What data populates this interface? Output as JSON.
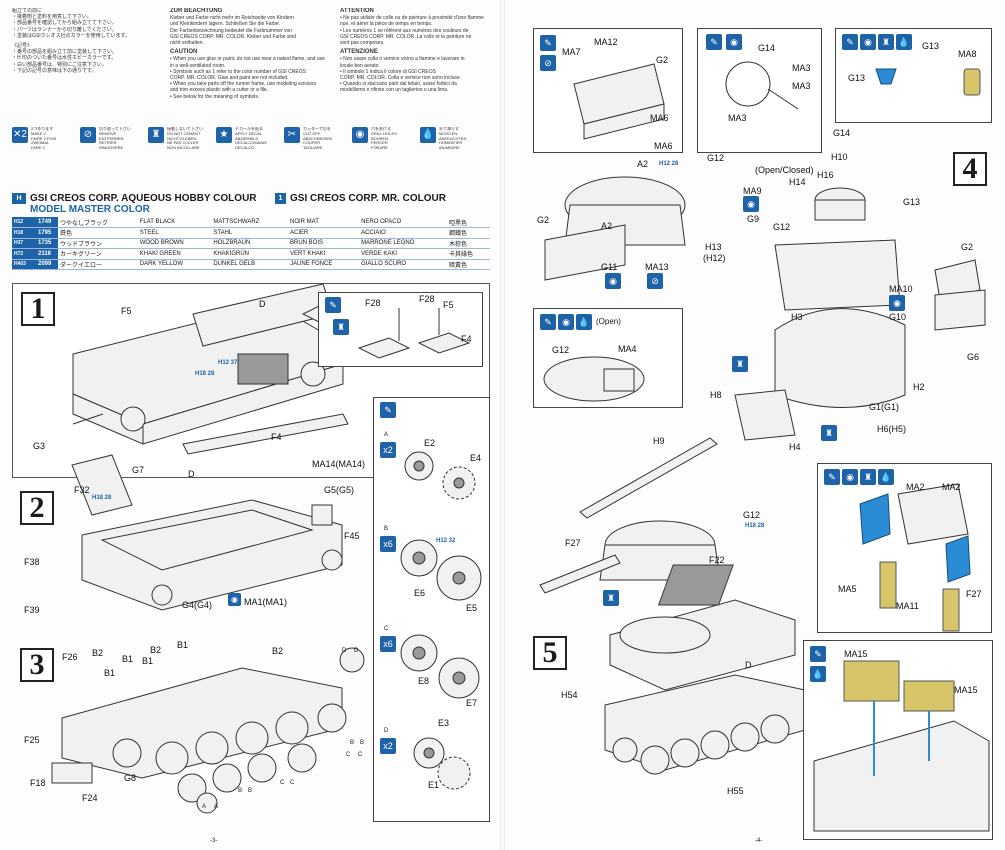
{
  "intro": {
    "jp": [
      "組立ての前に",
      "・接着剤と塗料を用意して下さい。",
      "・部品番号を確認してから組み立てて下さい。",
      "・パーツはランナーから切り離してください。",
      "・塗装はGSIクレオス社のカラーを使用しています。",
      "《記号》",
      "・番号の部品を組み立て前に塗装して下さい。",
      "・H 印のついた番号は水性ホビーカラーです。",
      "・白い部品番号は、特別にご注意下さい。",
      "・下記の記号の意味は下の通りです。"
    ],
    "de_title": "ZUR BEACHTUNG",
    "de": [
      "Kleber und Farbe nicht mehr im Reichweite von Kindern",
      "und Kleinkindern lagern. Schließen Sie die Farbe.",
      "Der Farbenbezeichnung bedeutet die Farbnummer von",
      "GSI CREOS CORP. MR. COLOR. Kleber und Farbe sind",
      "nicht enthalten."
    ],
    "caution_title": "CAUTION",
    "caution": [
      "• When you use glue or paint, do not use near a naked flame, and use",
      "  in a well-ventilated room.",
      "• Symbols such as 1 refer to the color number of GSI CREOS",
      "  CORP. MR. COLOR. Glue and paint are not included.",
      "• When you take parts off the runner frame, use modeling scissors",
      "  and trim excess plastic with a cutter or a file.",
      "• See below for the meaning of symbols."
    ],
    "fr_title": "ATTENTION",
    "fr": [
      "• Ne pas utiliser de colle ou de peinture à proximité d'une flamme",
      "  nue, et aérer la pièce de temps en temps.",
      "• Les numéros 1 se réfèrent aux numéros des couleurs de",
      "  GSI CREOS CORP. MR. COLOR. La colle et la peinture ne",
      "  sont pas comprises."
    ],
    "it_title": "ATTENZIONE",
    "it": [
      "• Non usare colla o vernice vicino a fiamme e lavorare in",
      "  locale ben aerato.",
      "• Il simbolo 1 indica il colore di GSI CREOS",
      "  CORP. MR. COLOR. Colla e vernice non sono incluse.",
      "• Quando si staccano parti dal telaio, usare forbici da",
      "  modellismo e rifinire con un taglierino o una lima."
    ]
  },
  "symbols": [
    {
      "icon": "x2",
      "lines": [
        "2つ作ります",
        "MAKE 2",
        "FAIRE 2 FOIS",
        "ZWEIMAL",
        "FARE 2"
      ]
    },
    {
      "icon": "no",
      "lines": [
        "切り取って下さい",
        "REMOVE",
        "ENTFERNEN",
        "RETIRER",
        "RIMUOVERE"
      ]
    },
    {
      "icon": "cement",
      "lines": [
        "接着しないで下さい",
        "DO NOT CEMENT",
        "NICHT KLEBEN",
        "NE PAS COLLER",
        "NON INCOLLARE"
      ]
    },
    {
      "icon": "decal",
      "lines": [
        "デカールを貼る",
        "APPLY DECAL",
        "ABZIEHBILD",
        "DECALCOMANIE",
        "DECALCO"
      ]
    },
    {
      "icon": "star",
      "lines": [
        "カッターで切る",
        "CUT OFF",
        "ABSCHNEIDEN",
        "COUPER",
        "TAGLIARE"
      ]
    },
    {
      "icon": "drill",
      "lines": [
        "穴をあける",
        "DRILL HOLES",
        "BOHREN",
        "PERCER",
        "FORARE"
      ]
    },
    {
      "icon": "drop",
      "lines": [
        "水で濡らす",
        "MOISTEN",
        "ANFEUCHTEN",
        "HUMIDIFIER",
        "INUMIDIRE"
      ]
    }
  ],
  "color_header": {
    "line1_left": "GSI CREOS CORP. AQUEOUS HOBBY COLOUR",
    "line2_left": "MODEL MASTER COLOR",
    "line1_right": "GSI CREOS CORP. MR. COLOUR",
    "tag_h": "H",
    "tag_1": "1"
  },
  "colors": [
    {
      "code": "H12",
      "num": "1749",
      "jp": "つやなしブラック",
      "en": "FLAT BLACK",
      "de": "MATTSCHWARZ",
      "fr": "NOIR MAT",
      "it": "NERO OPACO",
      "cn": "啞黑色"
    },
    {
      "code": "H18",
      "num": "1795",
      "jp": "鉄色",
      "en": "STEEL",
      "de": "STAHL",
      "fr": "ACIER",
      "it": "ACCIAIO",
      "cn": "鋼鐵色"
    },
    {
      "code": "H37",
      "num": "1735",
      "jp": "ウッドブラウン",
      "en": "WOOD BROWN",
      "de": "HOLZBRAUN",
      "fr": "BRUN BOIS",
      "it": "MARRONE LEGNO",
      "cn": "木棕色"
    },
    {
      "code": "H72",
      "num": "2116",
      "jp": "カーキグリーン",
      "en": "KHAKI GREEN",
      "de": "KHAKIGRÜN",
      "fr": "VERT KHAKI",
      "it": "VERDE KAKI",
      "cn": "卡其綠色"
    },
    {
      "code": "H403",
      "num": "2099",
      "jp": "ダークイエロー",
      "en": "DARK YELLOW",
      "de": "DUNKEL GELB",
      "fr": "JAUNE FONCÉ",
      "it": "GIALLO SCURO",
      "cn": "暗黃色"
    }
  ],
  "steps": [
    {
      "num": "1",
      "labels": [
        "F5",
        "D",
        "F28",
        "F28",
        "F5",
        "F4",
        "F4",
        "G3"
      ],
      "codes": [
        "H12 37",
        "H18 28"
      ]
    },
    {
      "num": "2",
      "labels": [
        "G7",
        "D",
        "F32",
        "F38",
        "F39",
        "G4(G4)",
        "MA1(MA1)",
        "MA14(MA14)",
        "G5(G5)",
        "F45"
      ],
      "codes": [
        "H18 28"
      ]
    },
    {
      "num": "3",
      "labels": [
        "B2",
        "B1",
        "B2",
        "B1",
        "F26",
        "B2",
        "B1",
        "B1",
        "F25",
        "F18",
        "F24",
        "G8",
        "A",
        "A",
        "B",
        "B",
        "B",
        "B",
        "C",
        "C",
        "C",
        "C",
        "D",
        "D"
      ]
    },
    {
      "num": "4",
      "labels": [
        "MA12",
        "G2",
        "MA7",
        "MA6",
        "MA6",
        "G14",
        "MA3",
        "MA3",
        "MA3",
        "G13",
        "G13",
        "MA8",
        "A2",
        "G12",
        "G2",
        "A2",
        "G11",
        "MA13",
        "H13",
        "(H12)",
        "H10",
        "G14",
        "H16",
        "G13",
        "H14",
        "(Open/Closed)",
        "MA9",
        "G9",
        "G12",
        "G2",
        "MA10",
        "G10",
        "H3",
        "G6",
        "H2",
        "G1(G1)",
        "H6(H5)",
        "H4",
        "H8",
        "H9"
      ],
      "codes": [
        "H12 28"
      ]
    },
    {
      "num": "5",
      "labels": [
        "(Open)",
        "G12",
        "MA4",
        "MA2",
        "MA2",
        "MA5",
        "MA11",
        "F27",
        "F27",
        "G12",
        "F22",
        "D",
        "H54",
        "H55",
        "MA15",
        "MA15"
      ],
      "codes": [
        "H18 28"
      ]
    }
  ],
  "wheels": {
    "groups": [
      {
        "tag": "A",
        "mult": "x2",
        "labels": [
          "E2",
          "E4"
        ]
      },
      {
        "tag": "B",
        "mult": "x6",
        "labels": [
          "E6",
          "E5"
        ],
        "code": "H12 32"
      },
      {
        "tag": "C",
        "mult": "x6",
        "labels": [
          "E8",
          "E7"
        ]
      },
      {
        "tag": "D",
        "mult": "x2",
        "labels": [
          "E3",
          "E1"
        ]
      }
    ]
  },
  "page_marks": {
    "left": "-3-",
    "right": "-4-"
  }
}
